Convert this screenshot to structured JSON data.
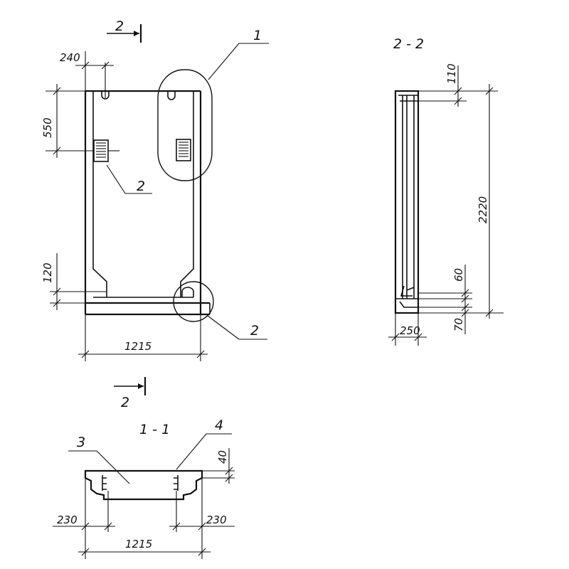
{
  "front_view": {
    "section_marker_top": "2",
    "section_marker_bottom": "2",
    "callout_1": "1",
    "callout_2_left": "2",
    "callout_2_right": "2",
    "dim_top": "240",
    "dim_550": "550",
    "dim_120": "120",
    "dim_width": "1215"
  },
  "section_2_2": {
    "title": "2 - 2",
    "dim_110": "110",
    "dim_height": "2220",
    "dim_60": "60",
    "dim_70": "70",
    "dim_250": "250"
  },
  "section_1_1": {
    "title": "1 - 1",
    "callout_3": "3",
    "callout_4": "4",
    "dim_40": "40",
    "dim_left": "230",
    "dim_right": "230",
    "dim_width": "1215"
  }
}
